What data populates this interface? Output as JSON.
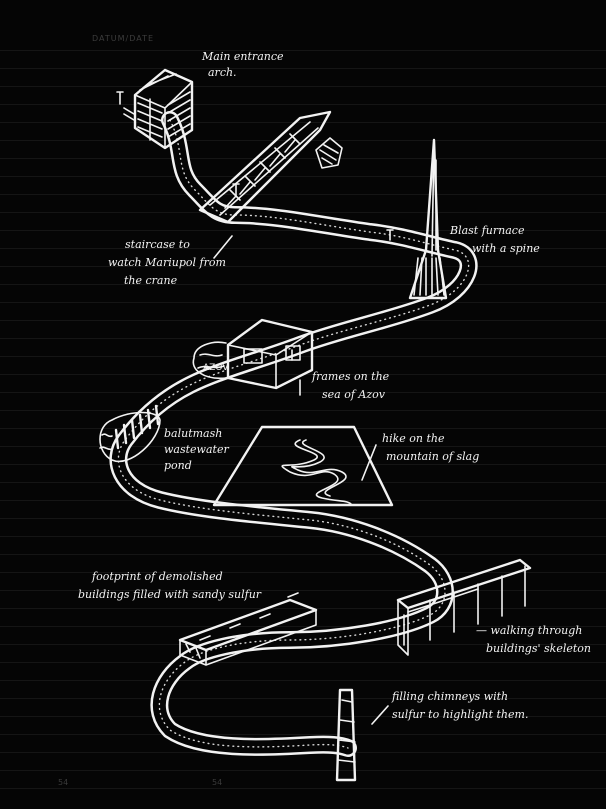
{
  "header": {
    "text": "DATUM/DATE"
  },
  "page_numbers": {
    "left": "54",
    "right": "54"
  },
  "labels": {
    "main_entrance": [
      "Main entrance",
      "arch."
    ],
    "staircase": [
      "staircase to",
      "watch Mariupol from",
      "the crane"
    ],
    "blast_furnace": [
      "Blast furnace",
      "with a spine"
    ],
    "frames": [
      "frames on the",
      "sea of Azov"
    ],
    "azov_sign": "AZOV",
    "wastewater": [
      "balutmash",
      "wastewater",
      "pond"
    ],
    "slag_hike": [
      "hike on the",
      "mountain of slag"
    ],
    "footprint": [
      "footprint of demolished",
      "buildings filled with sandy sulfur"
    ],
    "walking": [
      "— walking through",
      "buildings' skeleton"
    ],
    "chimneys": [
      "filling chimneys with",
      "sulfur to highlight them."
    ]
  }
}
